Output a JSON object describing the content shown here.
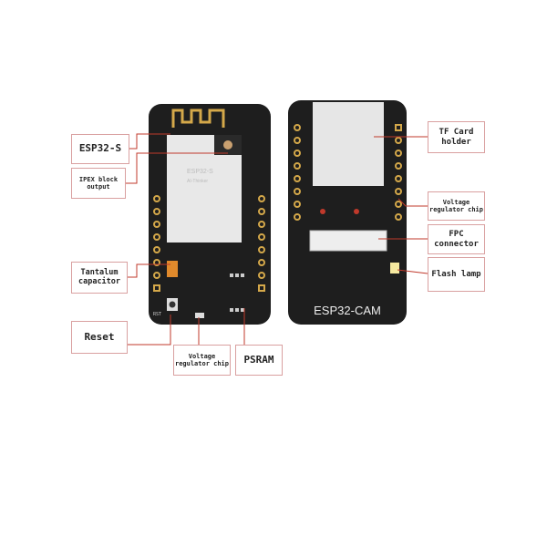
{
  "labels": {
    "esp32s": "ESP32-S",
    "ipex": "IPEX block output",
    "tantalum": "Tantalum capacitor",
    "reset": "Reset",
    "vreg_front": "Voltage regulator chip",
    "psram": "PSRAM",
    "tf_card": "TF Card holder",
    "vreg_back": "Voltage regulator chip",
    "fpc": "FPC connector",
    "flash": "Flash lamp"
  },
  "board_text": {
    "back_title": "ESP32-CAM",
    "module_line1": "ESP32-S",
    "module_line2": "AI-Thinker",
    "rst": "RST"
  },
  "colors": {
    "board": "#1e1e1e",
    "leader": "#c0392b",
    "label_border": "#d9a0a0",
    "gold": "#d4a84a"
  }
}
